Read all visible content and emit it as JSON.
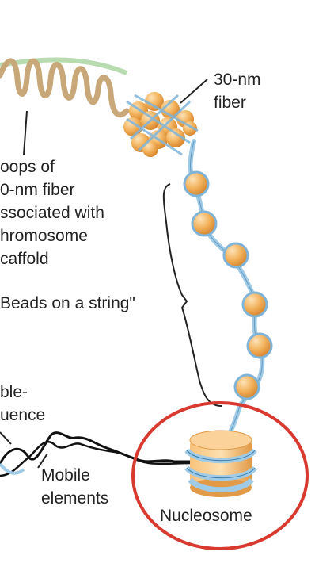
{
  "labels": {
    "fiber_30nm": [
      "30-nm",
      "fiber"
    ],
    "loops": [
      "oops of",
      "0-nm fiber",
      "ssociated with",
      "hromosome",
      "caffold"
    ],
    "beads": "Beads on a string\"",
    "mobile_sequence": [
      "ble-",
      "uence"
    ],
    "mobile_elements": [
      "Mobile",
      "elements"
    ],
    "nucleosome": "Nucleosome"
  },
  "colors": {
    "loop_brown": "#c8a878",
    "scaffold_green": "#b8dcb0",
    "bead_orange": "#f2b25c",
    "dna_blue": "#9fcbe6",
    "highlight_red": "#d83a30",
    "text": "#222222"
  }
}
